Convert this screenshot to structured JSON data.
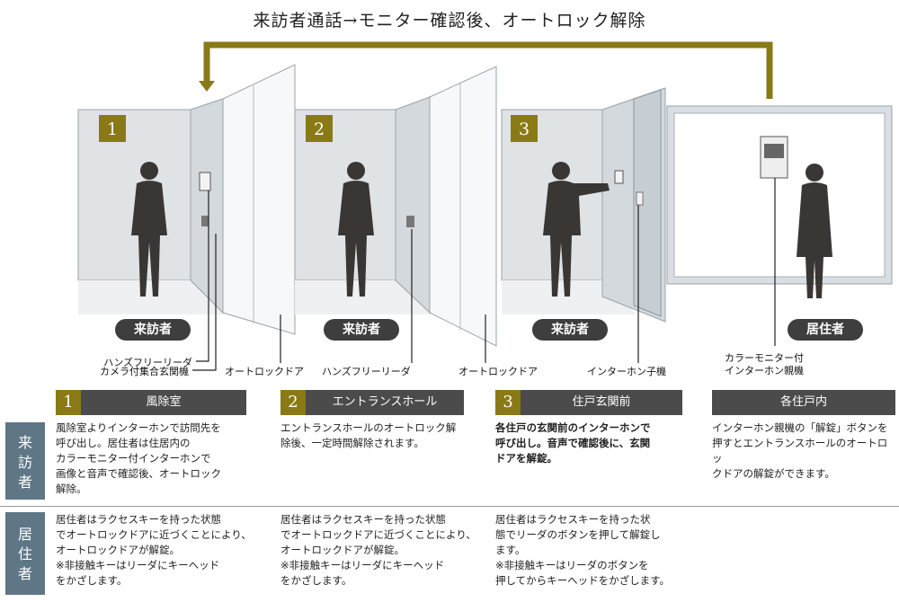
{
  "title": "来訪者通話→モニター確認後、オートロック解除",
  "scene": {
    "numbers": [
      "1",
      "2",
      "3"
    ],
    "pills": [
      "来訪者",
      "来訪者",
      "来訪者",
      "居住者"
    ],
    "labels": {
      "handsfree1": "ハンズフリーリーダ",
      "camera": "カメラ付集合玄関機",
      "autolock1": "オートロックドア",
      "handsfree2": "ハンズフリーリーダ",
      "autolock2": "オートロックドア",
      "child": "インターホン子機",
      "parent_l1": "カラーモニター付",
      "parent_l2": "インターホン親機"
    }
  },
  "sections": [
    {
      "num": "1",
      "title": "風除室"
    },
    {
      "num": "2",
      "title": "エントランスホール"
    },
    {
      "num": "3",
      "title": "住戸玄関前"
    },
    {
      "num": "",
      "title": "各住戸内"
    }
  ],
  "rows": {
    "visitor": {
      "label": [
        "来",
        "訪",
        "者"
      ],
      "texts": [
        [
          "風除室よりインターホンで訪問先を",
          "呼び出し。居住者は住居内の",
          "カラーモニター付インターホンで",
          "画像と音声で確認後、オートロック",
          "解除。"
        ],
        [
          "エントランスホールのオートロック解",
          "除後、一定時間解除されます。"
        ],
        [
          "各住戸の玄関前のインターホンで",
          "呼び出し。音声で確認後に、玄関",
          "ドアを解錠。"
        ],
        [
          "インターホン親機の「解錠」ボタンを",
          "押すとエントランスホールのオートロッ",
          "クドアの解錠ができます。"
        ]
      ]
    },
    "resident": {
      "label": [
        "居",
        "住",
        "者"
      ],
      "texts": [
        [
          "居住者はラクセスキーを持った状態",
          "でオートロックドアに近づくことにより、",
          "オートロックドアが解錠。",
          "※非接触キーはリーダにキーヘッド",
          "をかざします。"
        ],
        [
          "居住者はラクセスキーを持った状態",
          "でオートロックドアに近づくことにより、",
          "オートロックドアが解錠。",
          "※非接触キーはリーダにキーヘッド",
          "をかざします。"
        ],
        [
          "居住者はラクセスキーを持った状",
          "態でリーダのボタンを押して解錠し",
          "ます。",
          "※非接触キーはリーダのボタンを",
          "押してからキーヘッドをかざします。"
        ]
      ]
    }
  },
  "colors": {
    "accent": "#8a7a16",
    "pill": "#3e3e3e",
    "header": "#4b4b4b",
    "sidebar": "#5f7686"
  }
}
